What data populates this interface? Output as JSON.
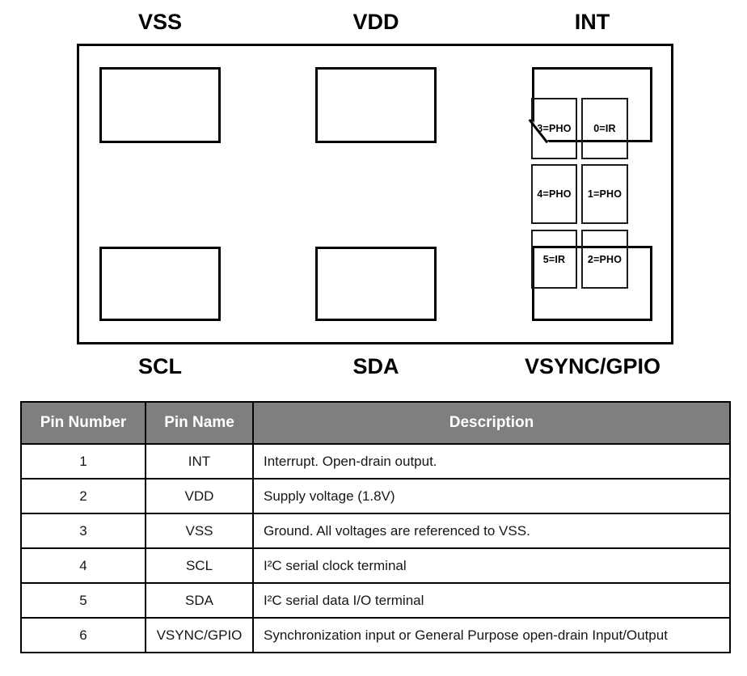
{
  "diagram": {
    "top_labels": [
      "VSS",
      "VDD",
      "INT"
    ],
    "bottom_labels": [
      "SCL",
      "SDA",
      "VSYNC/GPIO"
    ],
    "sensor_cells": [
      "3=PHO",
      "0=IR",
      "4=PHO",
      "1=PHO",
      "5=IR",
      "2=PHO"
    ]
  },
  "table": {
    "headers": [
      "Pin Number",
      "Pin Name",
      "Description"
    ],
    "rows": [
      [
        "1",
        "INT",
        "Interrupt. Open-drain output."
      ],
      [
        "2",
        "VDD",
        "Supply voltage (1.8V)"
      ],
      [
        "3",
        "VSS",
        "Ground. All voltages are referenced to VSS."
      ],
      [
        "4",
        "SCL",
        "I²C serial clock terminal"
      ],
      [
        "5",
        "SDA",
        "I²C serial data I/O terminal"
      ],
      [
        "6",
        "VSYNC/GPIO",
        "Synchronization input or General Purpose open-drain Input/Output"
      ]
    ]
  },
  "colors": {
    "header_bg": "#7f7f7f",
    "header_text": "#ffffff",
    "line": "#000000"
  }
}
